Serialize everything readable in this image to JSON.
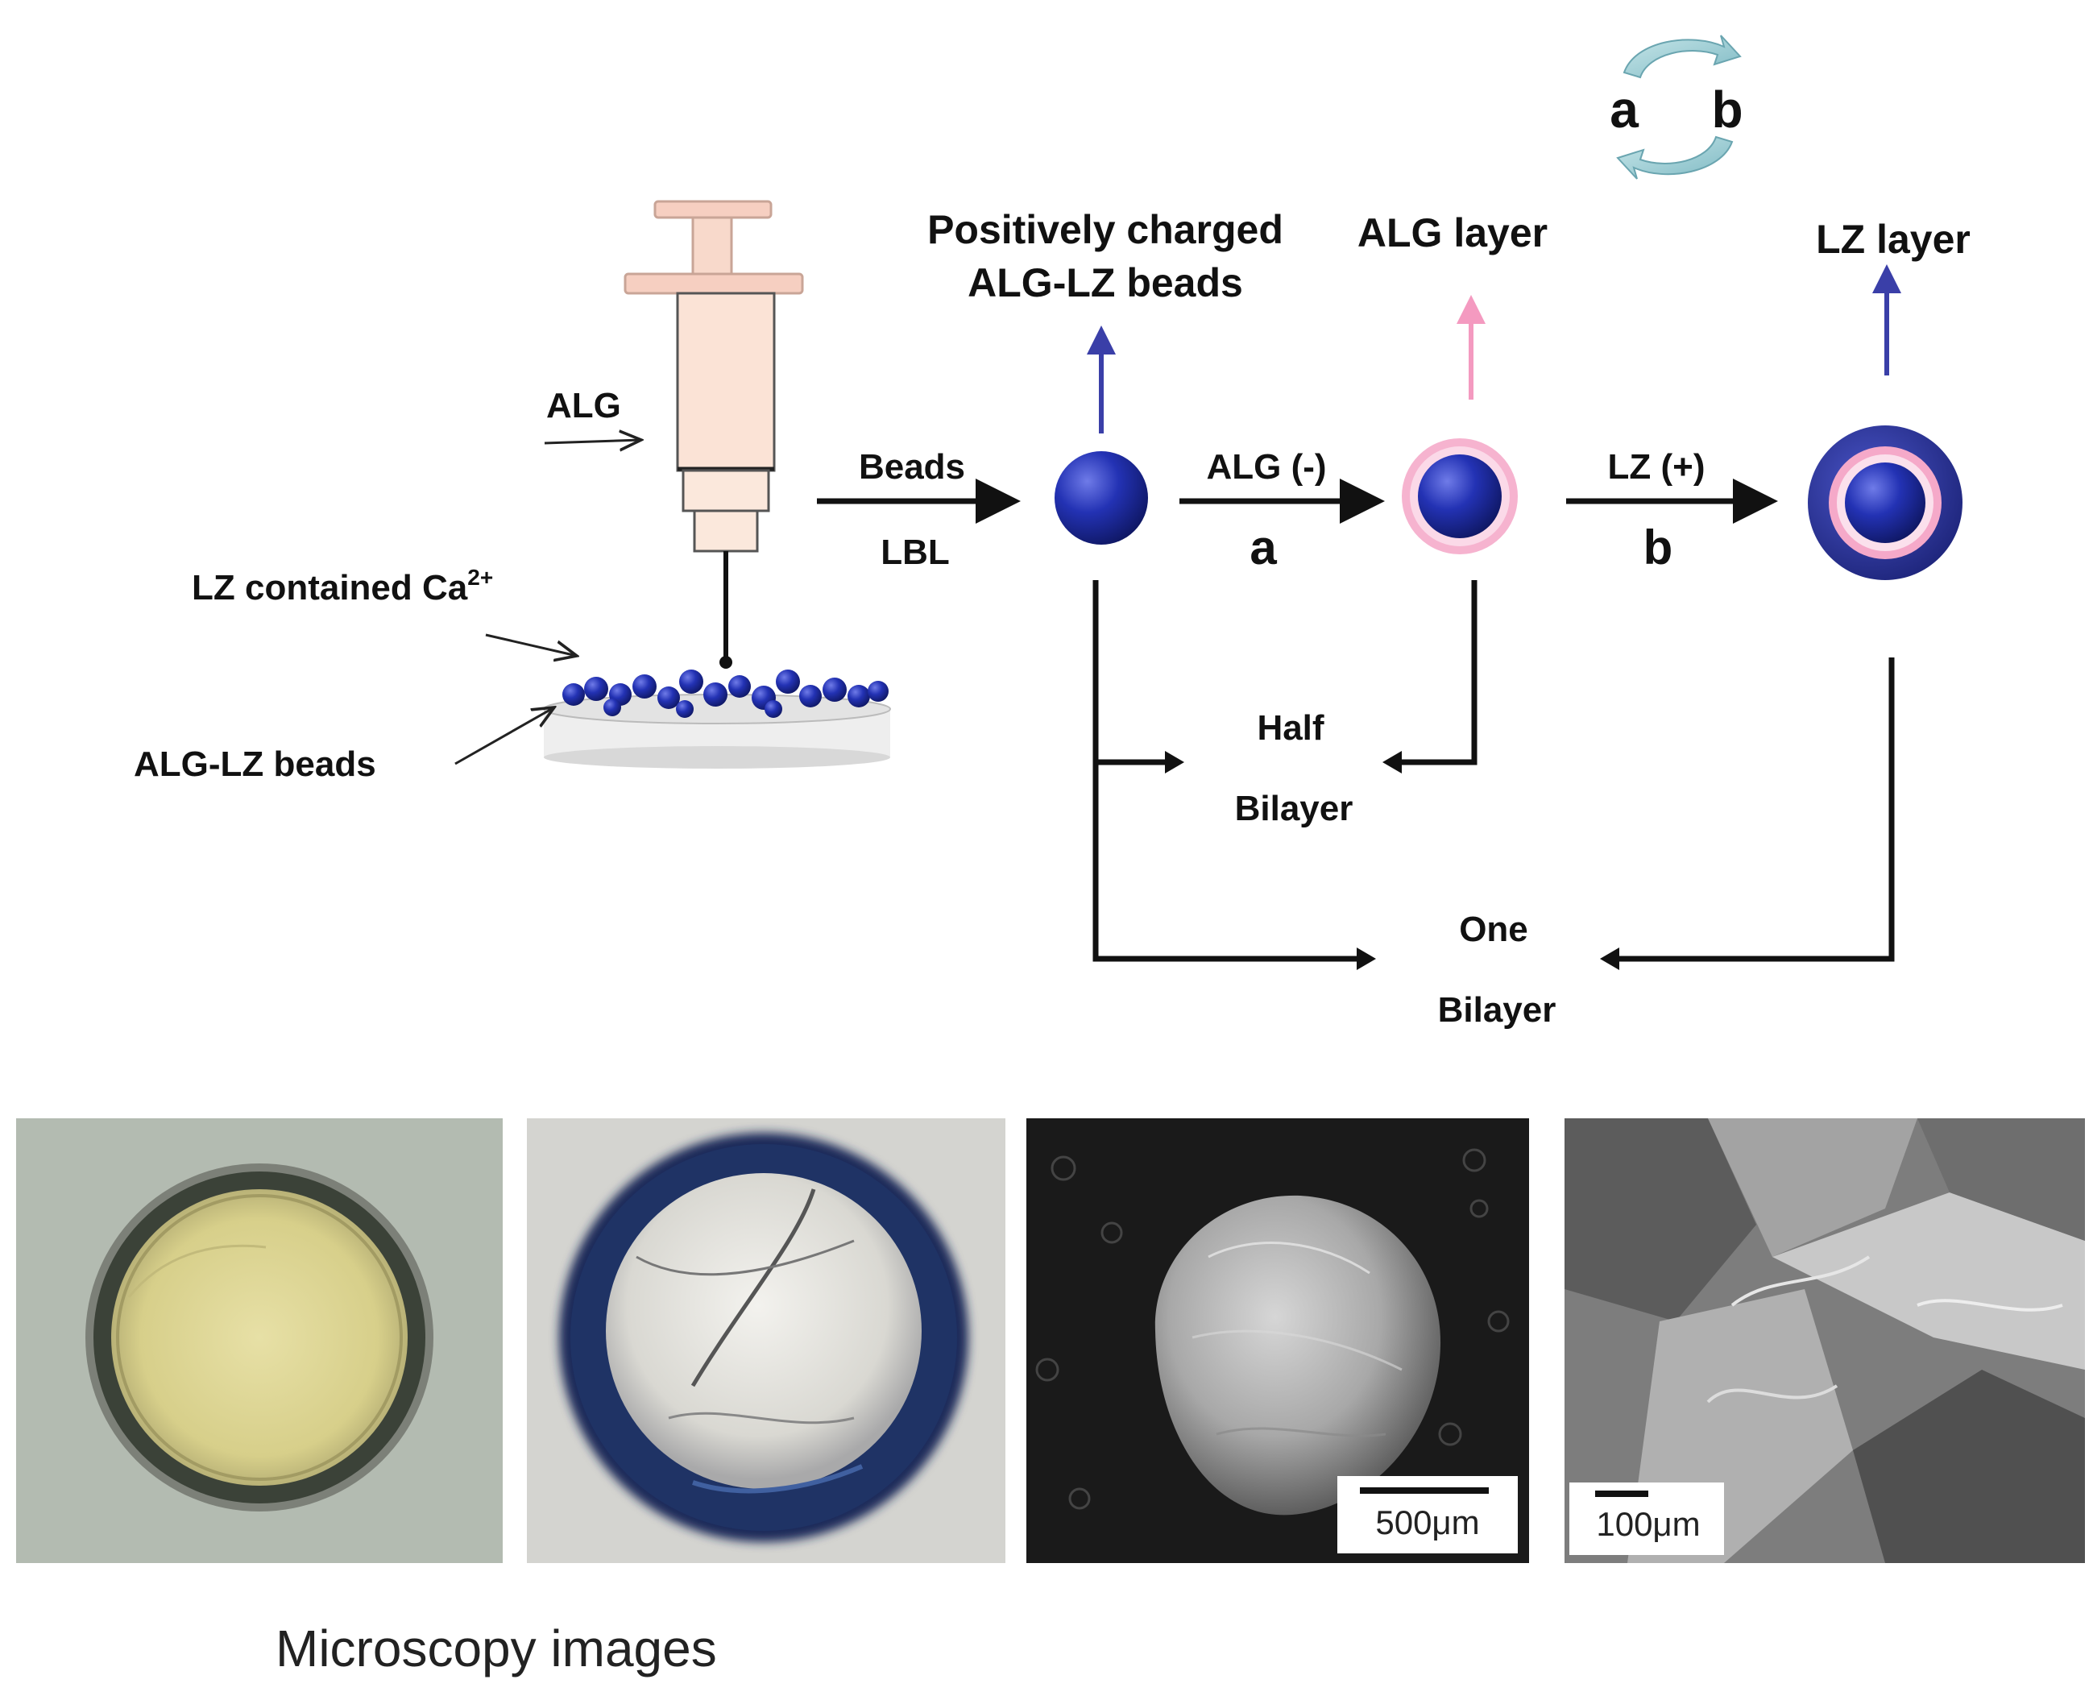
{
  "labels": {
    "alg_input": "ALG",
    "lz_ca": "LZ  contained Ca",
    "lz_ca_sup": "2+",
    "alg_lz_beads": "ALG-LZ beads",
    "beads": "Beads",
    "lbl": "LBL",
    "positively_line1": "Positively charged",
    "positively_line2": "ALG-LZ beads",
    "alg_layer": "ALG layer",
    "lz_layer": "LZ  layer",
    "alg_minus": "ALG (-)",
    "step_a": "a",
    "lz_plus": "LZ (+)",
    "step_b": "b",
    "half_line1": "Half",
    "half_line2": "Bilayer",
    "one_line1": "One",
    "one_line2": "Bilayer",
    "cycle_a": "a",
    "cycle_b": "b"
  },
  "micrographs": {
    "scalebar_1": "500μm",
    "scalebar_2": "100μm",
    "caption": "Microscopy images"
  },
  "colors": {
    "bead_blue": "#1e2a9e",
    "alg_pink": "#f4a6c6",
    "lz_navy": "#26308c",
    "arrow_blue": "#3a3fa8",
    "arrow_pink": "#f49ac0",
    "syringe_fill": "#fbe3d6",
    "cycle_arrow": "#9ccfd6"
  }
}
